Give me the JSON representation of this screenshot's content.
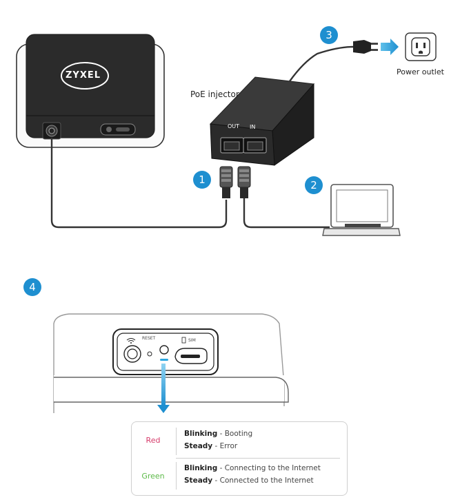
{
  "labels": {
    "poe_injector": "PoE injector",
    "power_outlet": "Power outlet",
    "brand": "ZYXEL",
    "port_out": "OUT",
    "port_in": "IN",
    "reset": "RESET",
    "sim": "SIM"
  },
  "steps": [
    "1",
    "2",
    "3",
    "4"
  ],
  "led_table": {
    "rows": [
      {
        "color_name": "Red",
        "color_hex": "#d63a6a",
        "lines": [
          {
            "state": "Blinking",
            "sep": " - ",
            "meaning": "Booting"
          },
          {
            "state": "Steady",
            "sep": " - ",
            "meaning": "Error"
          }
        ]
      },
      {
        "color_name": "Green",
        "color_hex": "#5bb947",
        "lines": [
          {
            "state": "Blinking",
            "sep": " - ",
            "meaning": "Connecting to the Internet"
          },
          {
            "state": "Steady",
            "sep": " - ",
            "meaning": "Connected to the Internet"
          }
        ]
      }
    ]
  },
  "colors": {
    "accent": "#1e8fd0",
    "line": "#333333",
    "device_fill": "#2b2b2b"
  }
}
